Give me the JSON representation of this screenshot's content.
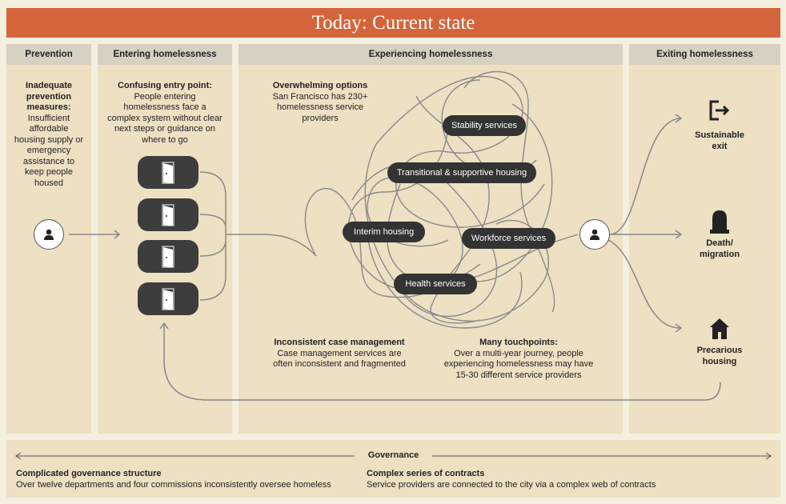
{
  "banner": {
    "title": "Today: Current state"
  },
  "columns": {
    "prevention": "Prevention",
    "entering": "Entering homelessness",
    "experiencing": "Experiencing homelessness",
    "exiting": "Exiting homelessness"
  },
  "prevention": {
    "heading": "Inadequate prevention measures:",
    "body": "Insufficient affordable housing supply or emergency assistance to keep people housed"
  },
  "entry": {
    "heading": "Confusing entry point:",
    "body": "People entering homelessness face a complex system without clear next steps or guidance on where to go"
  },
  "options": {
    "heading": "Overwhelming options",
    "body": "San Francisco has 230+ homelessness service providers"
  },
  "services": [
    "Stability services",
    "Transitional & supportive housing",
    "Interim housing",
    "Workforce services",
    "Health services"
  ],
  "case_mgmt": {
    "heading": "Inconsistent case management",
    "body": "Case management services are often inconsistent and fragmented"
  },
  "touchpoints": {
    "heading": "Many touchpoints:",
    "body": "Over a multi-year journey, people experiencing homelessness may have 15-30 different service providers"
  },
  "exits": [
    {
      "label": "Sustainable exit",
      "icon": "exit-icon"
    },
    {
      "label": "Death/ migration",
      "icon": "tombstone-icon"
    },
    {
      "label": "Precarious housing",
      "icon": "house-icon"
    }
  ],
  "governance": {
    "title": "Governance",
    "left_heading": "Complicated governance structure",
    "left_body": "Over twelve departments and four commissions inconsistently oversee homeless",
    "right_heading": "Complex series of contracts",
    "right_body": "Service providers are connected to the city via a complex web of contracts"
  },
  "colors": {
    "banner": "#d4643a",
    "panel": "#ede0c3",
    "header": "#d7d1c2",
    "pill": "#333333"
  }
}
